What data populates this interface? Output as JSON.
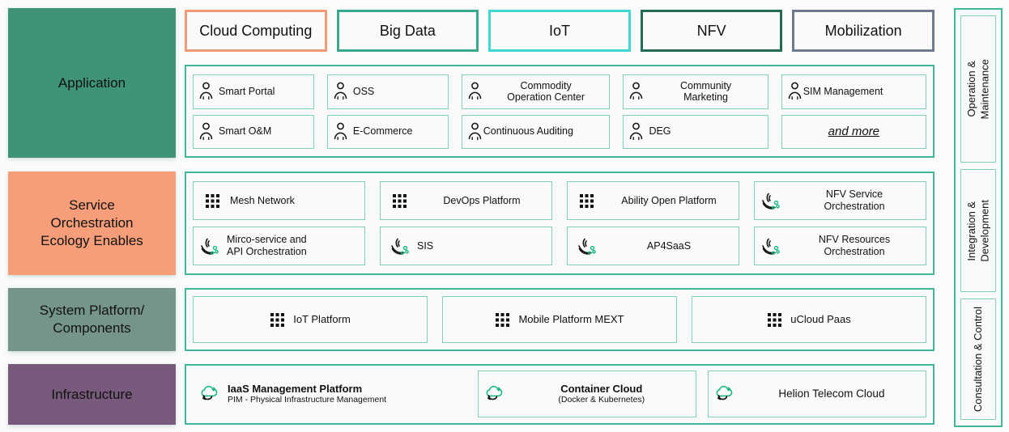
{
  "layers": [
    {
      "id": "application",
      "label": "Application",
      "color": "#3f9379"
    },
    {
      "id": "service-orchestration",
      "label": "Service\nOrchestration\nEcology Enables",
      "color": "#f59e79"
    },
    {
      "id": "system-platform",
      "label": "System Platform/\nComponents",
      "color": "#769589"
    },
    {
      "id": "infrastructure",
      "label": "Infrastructure",
      "color": "#785a7c"
    }
  ],
  "categories": [
    {
      "label": "Cloud Computing",
      "color": "#f29a74"
    },
    {
      "label": "Big Data",
      "color": "#3aa88c"
    },
    {
      "label": "IoT",
      "color": "#3fd6d6"
    },
    {
      "label": "NFV",
      "color": "#246b57"
    },
    {
      "label": "Mobilization",
      "color": "#6d7b8c"
    }
  ],
  "application_items": [
    {
      "label": "Smart Portal",
      "icon": "person-icon",
      "align": "lead"
    },
    {
      "label": "OSS",
      "icon": "person-icon",
      "align": "lead"
    },
    {
      "label": "Commodity\nOperation Center",
      "icon": "person-icon",
      "align": "center"
    },
    {
      "label": "Community\nMarketing",
      "icon": "person-icon",
      "align": "center"
    },
    {
      "label": "SIM Management",
      "icon": "person-icon",
      "align": "lead"
    },
    {
      "label": "Smart O&M",
      "icon": "person-icon",
      "align": "lead"
    },
    {
      "label": "E-Commerce",
      "icon": "person-icon",
      "align": "lead"
    },
    {
      "label": "Continuous Auditing",
      "icon": "person-icon",
      "align": "lead"
    },
    {
      "label": "DEG",
      "icon": "person-icon",
      "align": "lead"
    },
    {
      "label": "and more",
      "icon": "none",
      "align": "center",
      "style": "italic-underline"
    }
  ],
  "service_items": [
    {
      "label": "Mesh Network",
      "icon": "dots-grid-icon",
      "align": "lead"
    },
    {
      "label": "DevOps Platform",
      "icon": "dots-grid-icon",
      "align": "center"
    },
    {
      "label": "Ability Open Platform",
      "icon": "dots-grid-icon",
      "align": "center"
    },
    {
      "label": "NFV Service\nOrchestration",
      "icon": "orchestration-icon",
      "align": "center"
    },
    {
      "label": "Mirco-service and\nAPI Orchestration",
      "icon": "orchestration-icon",
      "align": "lead"
    },
    {
      "label": "SIS",
      "icon": "orchestration-icon",
      "align": "lead"
    },
    {
      "label": "AP4SaaS",
      "icon": "orchestration-icon",
      "align": "center"
    },
    {
      "label": "NFV Resources\nOrchestration",
      "icon": "orchestration-icon",
      "align": "center"
    }
  ],
  "system_items": [
    {
      "label": "IoT Platform",
      "icon": "dots-grid-icon"
    },
    {
      "label": "Mobile Platform MEXT",
      "icon": "dots-grid-icon"
    },
    {
      "label": "uCloud Paas",
      "icon": "dots-grid-icon"
    }
  ],
  "infrastructure_items": [
    {
      "title": "IaaS Management Platform",
      "subtitle": "PIM - Physical Infrastructure Management",
      "icon": "cloud-icon",
      "bordered": false
    },
    {
      "title": "Container Cloud",
      "subtitle": "(Docker & Kubernetes)",
      "icon": "cloud-icon",
      "bordered": true
    },
    {
      "title": "Helion Telecom Cloud",
      "subtitle": "",
      "icon": "cloud-icon",
      "bordered": true
    }
  ],
  "sidebar": {
    "panels": [
      {
        "label": "Operation &\nMaintenance"
      },
      {
        "label": "Integration &\nDevelopment"
      },
      {
        "label": "Consultation & Control"
      }
    ]
  },
  "theme": {
    "frame_border": "#3fb79b",
    "cell_border": "#7ecfbd",
    "cell_bg": "#fafafa",
    "icon_accent": "#17b97e",
    "page_bg": "#fbfbfb"
  }
}
